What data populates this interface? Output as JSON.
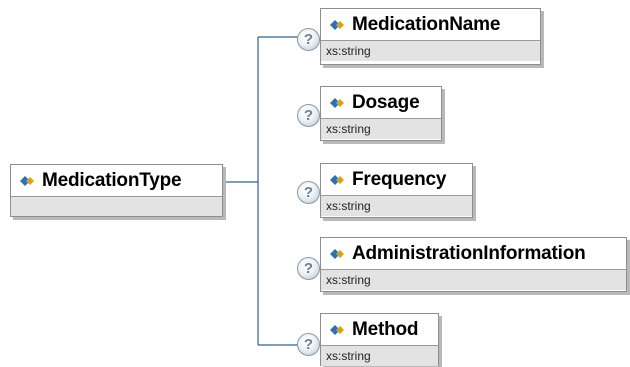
{
  "root": {
    "name": "MedicationType"
  },
  "occurrence_symbol": "?",
  "children": [
    {
      "name": "MedicationName",
      "type": "xs:string"
    },
    {
      "name": "Dosage",
      "type": "xs:string"
    },
    {
      "name": "Frequency",
      "type": "xs:string"
    },
    {
      "name": "AdministrationInformation",
      "type": "xs:string"
    },
    {
      "name": "Method",
      "type": "xs:string"
    }
  ],
  "colors": {
    "connector": "#34608c",
    "border": "#8e8e8e",
    "type_band": "#e3e3e3",
    "icon_blue": "#2f6fb4",
    "icon_gold": "#d8a21a"
  }
}
